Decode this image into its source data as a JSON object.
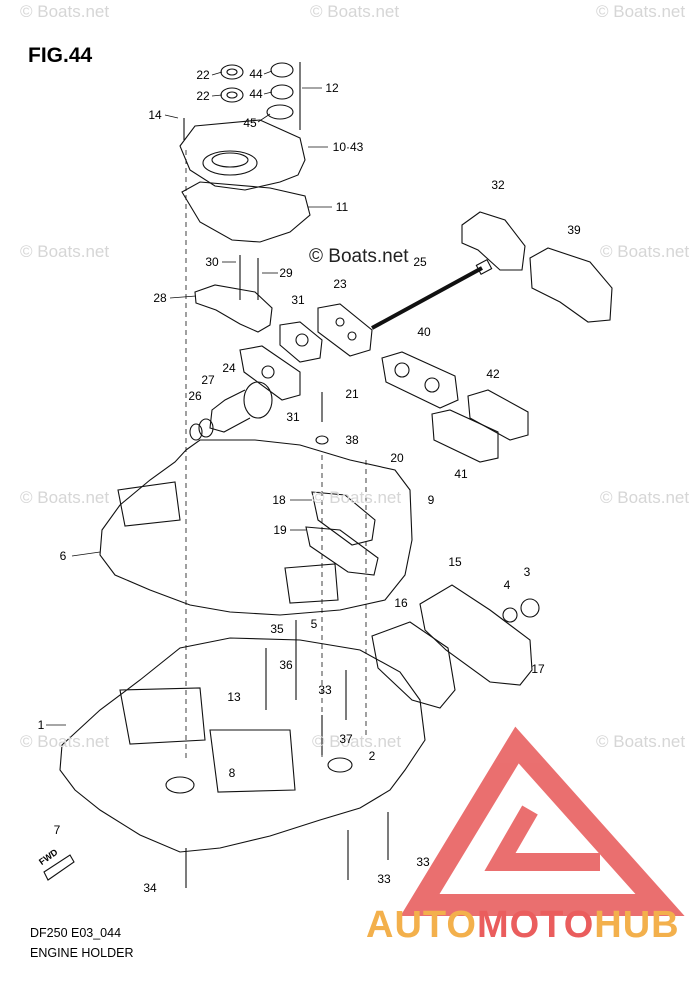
{
  "figure": {
    "title": "FIG.44",
    "code": "DF250 E03_044",
    "name": "ENGINE HOLDER",
    "fwd_label": "FWD"
  },
  "watermarks": {
    "small": "© Boats.net",
    "center": "© Boats.net"
  },
  "brand": {
    "part1": "AUTO",
    "part2": "MOTO",
    "part3": "HUB",
    "colors": {
      "orange": "#f3b04c",
      "red": "#ea5d5d",
      "triangle": "#e86060"
    }
  },
  "part_labels": {
    "p22a": "22",
    "p22b": "22",
    "p44a": "44",
    "p44b": "44",
    "p12": "12",
    "p14": "14",
    "p45": "45",
    "p10_43": "10·43",
    "p11": "11",
    "p32": "32",
    "p39": "39",
    "p30": "30",
    "p29": "29",
    "p25": "25",
    "p28": "28",
    "p31a": "31",
    "p23": "23",
    "p40": "40",
    "p24": "24",
    "p27": "27",
    "p26": "26",
    "p21": "21",
    "p31b": "31",
    "p42": "42",
    "p38": "38",
    "p20": "20",
    "p41": "41",
    "p18": "18",
    "p9": "9",
    "p19": "19",
    "p6": "6",
    "p15": "15",
    "p4": "4",
    "p3": "3",
    "p16": "16",
    "p35": "35",
    "p5": "5",
    "p36": "36",
    "p17": "17",
    "p33a": "33",
    "p13": "13",
    "p1": "1",
    "p37": "37",
    "p2": "2",
    "p8": "8",
    "p7": "7",
    "p33b": "33",
    "p33c": "33",
    "p34": "34"
  }
}
